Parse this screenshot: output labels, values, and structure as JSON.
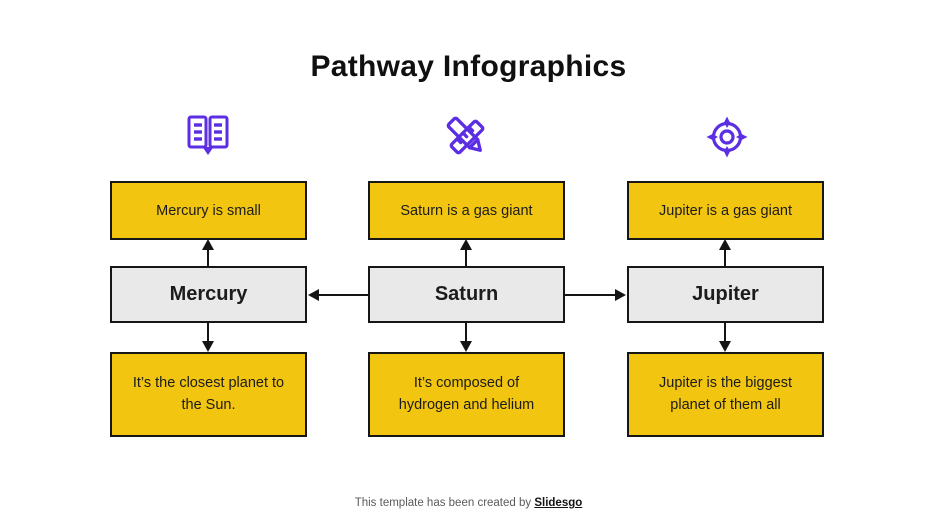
{
  "title": "Pathway Infographics",
  "colors": {
    "accent_yellow": "#F2C511",
    "box_gray": "#E9E9E9",
    "icon_purple": "#5B2EE4",
    "line_black": "#141414"
  },
  "columns": [
    {
      "id": "mercury",
      "icon": "open-book-icon",
      "top_text": "Mercury is small",
      "name": "Mercury",
      "bottom_text": "It’s the closest planet to the Sun."
    },
    {
      "id": "saturn",
      "icon": "pencil-ruler-icon",
      "top_text": "Saturn is a gas giant",
      "name": "Saturn",
      "bottom_text": "It’s composed of hydrogen and helium"
    },
    {
      "id": "jupiter",
      "icon": "target-icon",
      "top_text": "Jupiter is a gas giant",
      "name": "Jupiter",
      "bottom_text": "Jupiter is the biggest planet of them all"
    }
  ],
  "footer": {
    "prefix": "This template has been created by ",
    "brand": "Slidesgo"
  }
}
